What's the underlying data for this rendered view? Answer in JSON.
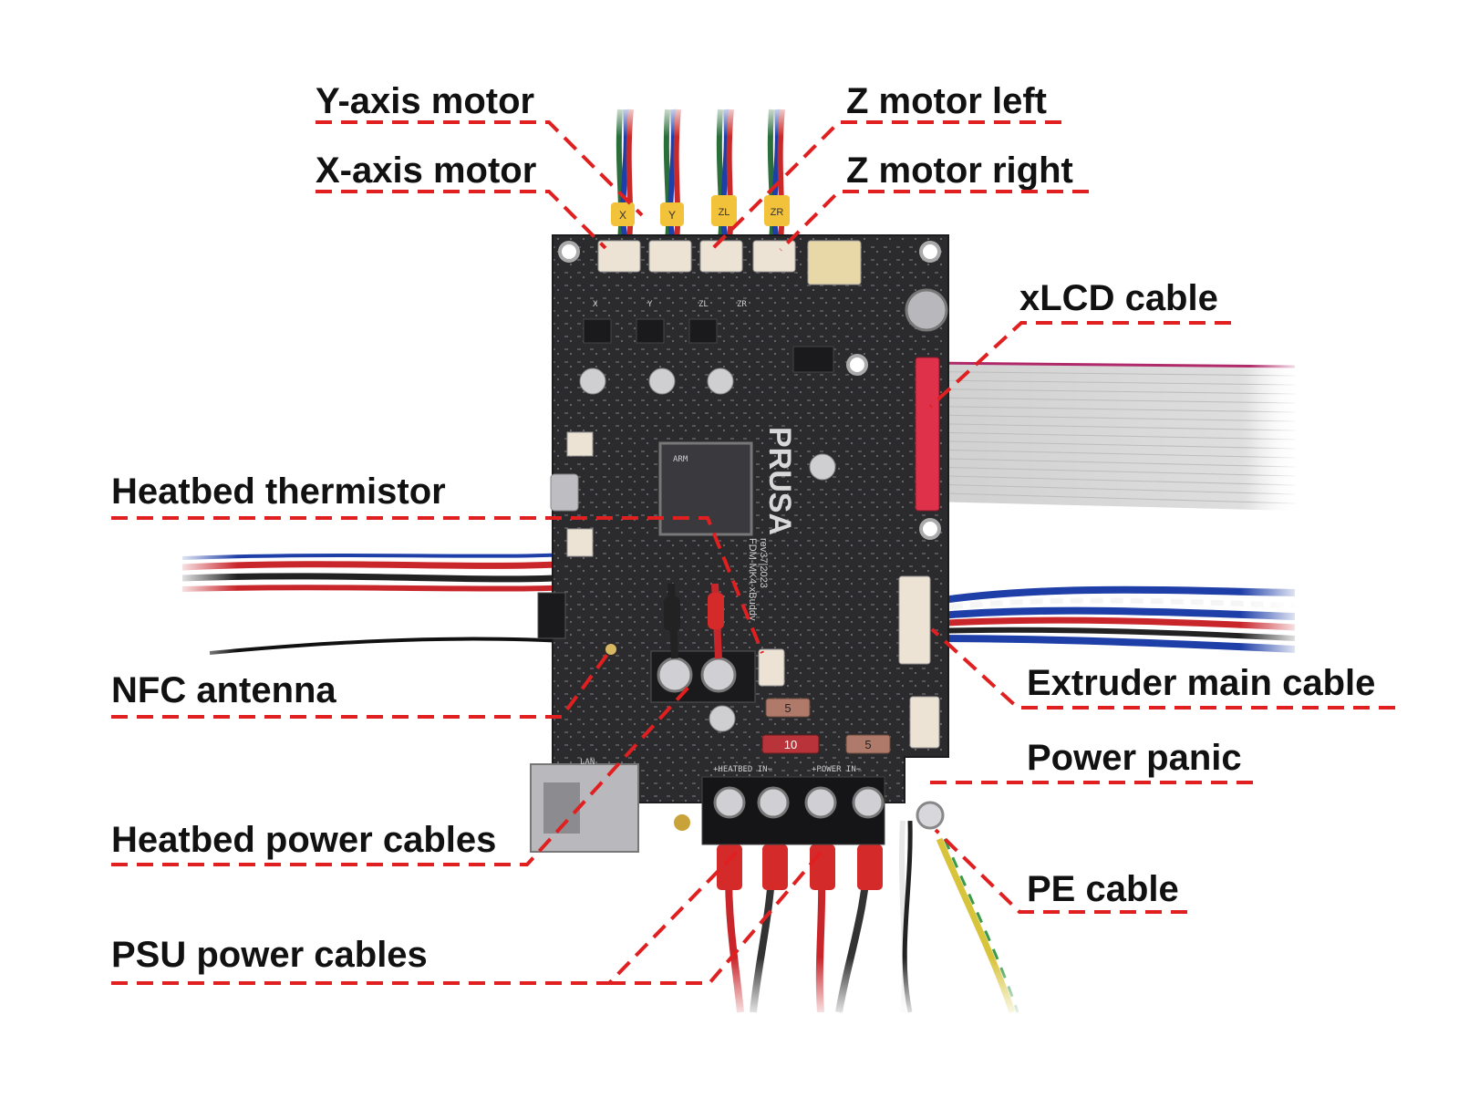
{
  "colors": {
    "leader": "#e02020",
    "label_text": "#111111",
    "board": "#2b2b2e",
    "cable_red": "#c9262c",
    "cable_grey": "#d8d8d8"
  },
  "labels": {
    "y_axis_motor": "Y-axis motor",
    "x_axis_motor": "X-axis motor",
    "z_motor_left": "Z motor left",
    "z_motor_right": "Z motor right",
    "xlcd_cable": "xLCD cable",
    "heatbed_thermistor": "Heatbed thermistor",
    "nfc_antenna": "NFC antenna",
    "extruder_main_cable": "Extruder main cable",
    "power_panic": "Power panic",
    "heatbed_power_cables": "Heatbed power cables",
    "pe_cable": "PE cable",
    "psu_power_cables": "PSU power cables"
  },
  "board": {
    "brand": "PRUSA",
    "model": "FDM-MK4-xBuddy",
    "revision": "rev37|2023",
    "connector_x": "X",
    "connector_y": "Y",
    "connector_zl": "ZL",
    "connector_zr": "ZR",
    "heatbed_in": "+HEATBED IN−",
    "power_in": "+POWER IN−",
    "lan": "LAN",
    "fuse_5a": "5",
    "fuse_10a": "10",
    "fuse_5b": "5",
    "mcu_brand": "ARM",
    "tag_x": "X",
    "tag_y": "Y",
    "tag_zl": "ZL",
    "tag_zr": "ZR"
  }
}
